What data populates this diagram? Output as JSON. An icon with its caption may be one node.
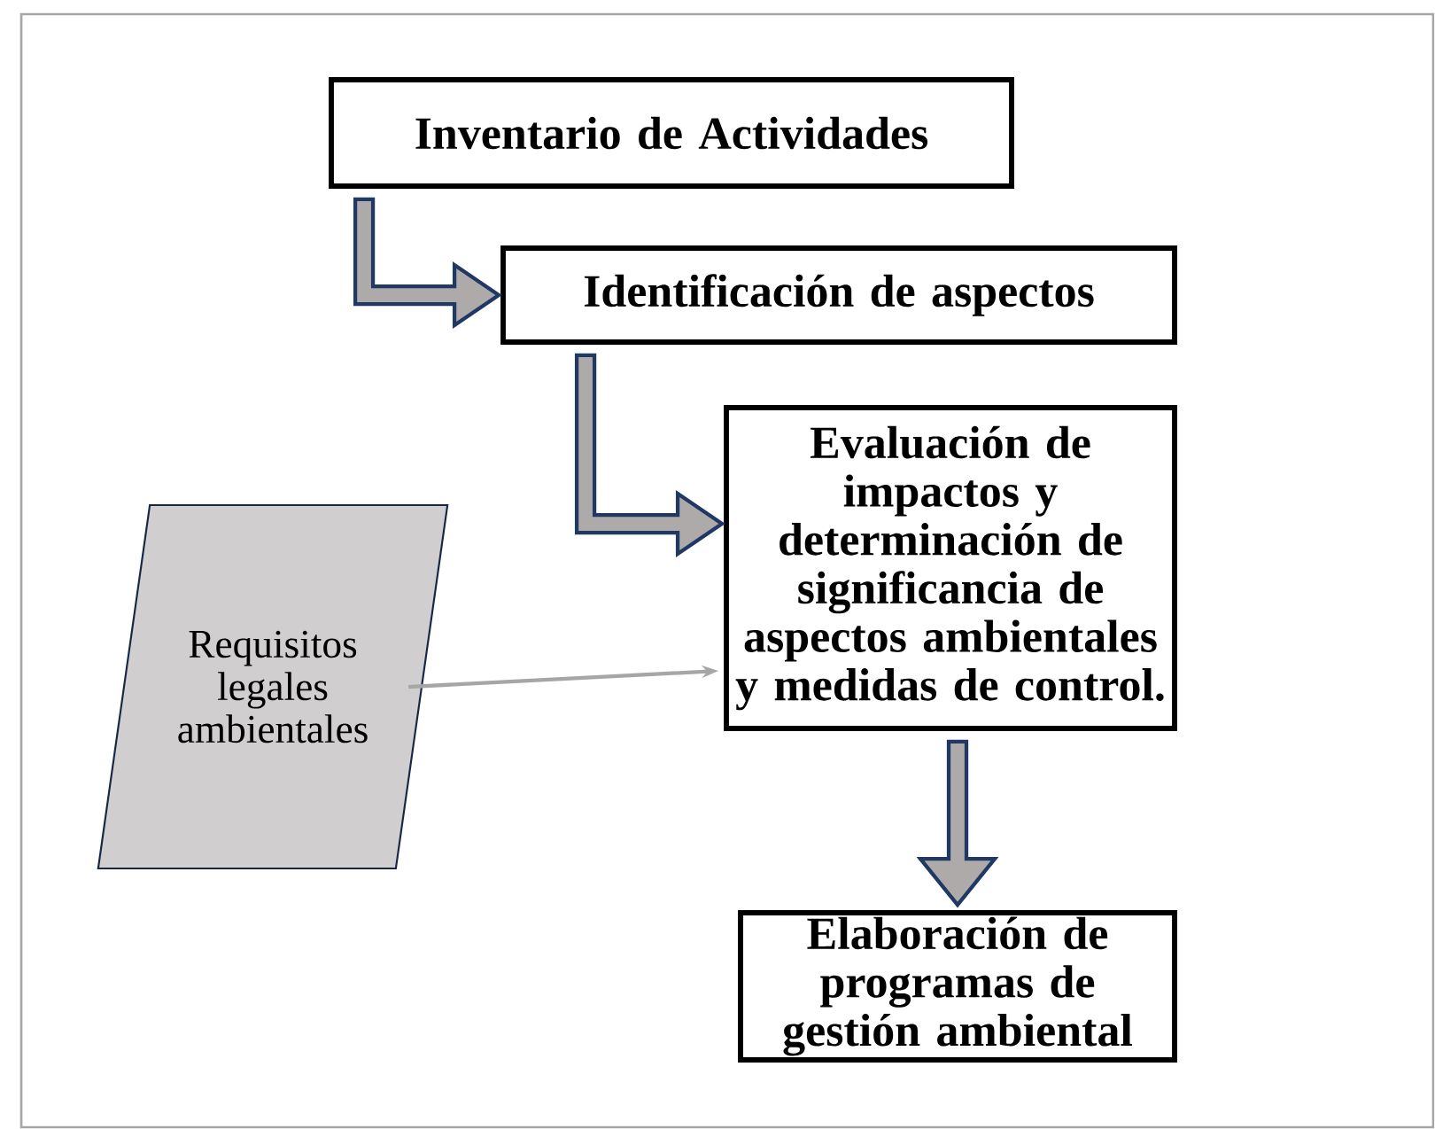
{
  "diagram": {
    "nodes": [
      {
        "text": [
          "Inventario de Actividades"
        ]
      },
      {
        "text": [
          "Identificación de aspectos"
        ]
      },
      {
        "text": [
          "Evaluación de impactos y determinación de significancia de aspectos ambientales y medidas de control."
        ]
      },
      {
        "text": [
          "Requisitos legales ambientales"
        ]
      },
      {
        "text": [
          "Elaboración de programas de gestión ambiental"
        ]
      }
    ],
    "edges": [
      {
        "from": 0,
        "to": 1,
        "arrow": "to"
      },
      {
        "from": 1,
        "to": 2,
        "arrow": "to"
      },
      {
        "from": 3,
        "to": 2,
        "arrow": "to",
        "color": "#a6a6a6"
      },
      {
        "from": 2,
        "to": 4,
        "arrow": "to"
      }
    ]
  }
}
